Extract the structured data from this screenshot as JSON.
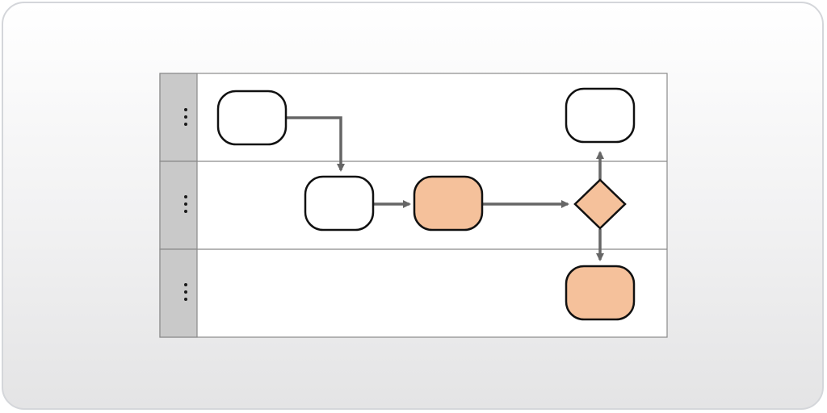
{
  "colors": {
    "lane_background": "#ffffff",
    "lane_header": "#c9c9c9",
    "lane_border": "#8a8a8a",
    "node_white": "#ffffff",
    "node_peach": "#f5c19b",
    "node_stroke": "#111111",
    "connector": "#666666"
  },
  "icons": {
    "lane_handle": "vertical-ellipsis-icon",
    "connector_head": "arrow-head-icon"
  },
  "diagram": {
    "type": "swimlane-flowchart",
    "lanes": [
      {
        "id": "lane-1",
        "handle_icon": "vertical-ellipsis-icon"
      },
      {
        "id": "lane-2",
        "handle_icon": "vertical-ellipsis-icon"
      },
      {
        "id": "lane-3",
        "handle_icon": "vertical-ellipsis-icon"
      }
    ],
    "nodes": [
      {
        "id": "n1",
        "shape": "rounded-rect",
        "fill": "white",
        "lane": 1,
        "label": ""
      },
      {
        "id": "n2",
        "shape": "rounded-rect",
        "fill": "white",
        "lane": 2,
        "label": ""
      },
      {
        "id": "n3",
        "shape": "rounded-rect",
        "fill": "peach",
        "lane": 2,
        "label": ""
      },
      {
        "id": "n4",
        "shape": "diamond",
        "fill": "peach",
        "lane": 2,
        "label": ""
      },
      {
        "id": "n5",
        "shape": "rounded-rect",
        "fill": "white",
        "lane": 1,
        "label": ""
      },
      {
        "id": "n6",
        "shape": "rounded-rect",
        "fill": "peach",
        "lane": 3,
        "label": ""
      }
    ],
    "edges": [
      {
        "from": "n1",
        "to": "n2"
      },
      {
        "from": "n2",
        "to": "n3"
      },
      {
        "from": "n3",
        "to": "n4"
      },
      {
        "from": "n4",
        "to": "n5"
      },
      {
        "from": "n4",
        "to": "n6"
      }
    ]
  }
}
